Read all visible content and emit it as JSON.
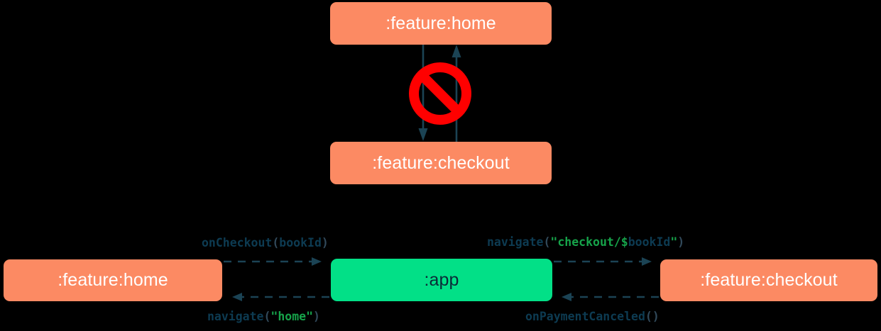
{
  "diagram": {
    "title": "Module navigation diagram",
    "background_color": "#000000",
    "colors": {
      "module_node": "#FC8A63",
      "app_node": "#02E087",
      "node_text_light": "#FFFFFF",
      "node_text_dark": "#0B2A38",
      "arrow": "#1B4354",
      "label_identifier": "#0D3B52",
      "label_string": "#16A34A",
      "label_punctuation": "#31495A",
      "forbidden_sign": "#FF0000"
    },
    "top_section": {
      "nodes": [
        {
          "id": "home-top",
          "label": ":feature:home",
          "style": "module"
        },
        {
          "id": "checkout-top",
          "label": ":feature:checkout",
          "style": "module"
        }
      ],
      "edges": [
        {
          "from": "home-top",
          "to": "checkout-top",
          "direction": "down",
          "style": "solid",
          "label": ""
        },
        {
          "from": "checkout-top",
          "to": "home-top",
          "direction": "up",
          "style": "solid",
          "label": ""
        }
      ],
      "overlay_icon": {
        "name": "forbidden-sign",
        "meaning": "direct dependency not allowed"
      }
    },
    "bottom_section": {
      "nodes": [
        {
          "id": "home-bottom",
          "label": ":feature:home",
          "style": "module"
        },
        {
          "id": "app",
          "label": ":app",
          "style": "app"
        },
        {
          "id": "checkout-bottom",
          "label": ":feature:checkout",
          "style": "module"
        }
      ],
      "edges": [
        {
          "id": "home-to-app",
          "from": "home-bottom",
          "to": "app",
          "direction": "right",
          "style": "dashed",
          "label_tokens": [
            {
              "text": "onCheckout",
              "kind": "identifier"
            },
            {
              "text": "(",
              "kind": "punctuation"
            },
            {
              "text": "bookId",
              "kind": "identifier"
            },
            {
              "text": ")",
              "kind": "punctuation"
            }
          ],
          "label_plain": "onCheckout(bookId)"
        },
        {
          "id": "app-to-checkout",
          "from": "app",
          "to": "checkout-bottom",
          "direction": "right",
          "style": "dashed",
          "label_tokens": [
            {
              "text": "navigate",
              "kind": "identifier"
            },
            {
              "text": "(",
              "kind": "punctuation"
            },
            {
              "text": "\"checkout/",
              "kind": "string"
            },
            {
              "text": "$",
              "kind": "string"
            },
            {
              "text": "bookId",
              "kind": "identifier"
            },
            {
              "text": "\"",
              "kind": "string"
            },
            {
              "text": ")",
              "kind": "punctuation"
            }
          ],
          "label_plain": "navigate(\"checkout/$bookId\")"
        },
        {
          "id": "app-to-home",
          "from": "app",
          "to": "home-bottom",
          "direction": "left",
          "style": "dashed",
          "label_tokens": [
            {
              "text": "navigate",
              "kind": "identifier"
            },
            {
              "text": "(",
              "kind": "punctuation"
            },
            {
              "text": "\"home\"",
              "kind": "string"
            },
            {
              "text": ")",
              "kind": "punctuation"
            }
          ],
          "label_plain": "navigate(\"home\")"
        },
        {
          "id": "checkout-to-app",
          "from": "checkout-bottom",
          "to": "app",
          "direction": "left",
          "style": "dashed",
          "label_tokens": [
            {
              "text": "onPaymentCanceled",
              "kind": "identifier"
            },
            {
              "text": "()",
              "kind": "punctuation"
            }
          ],
          "label_plain": "onPaymentCanceled()"
        }
      ]
    }
  }
}
